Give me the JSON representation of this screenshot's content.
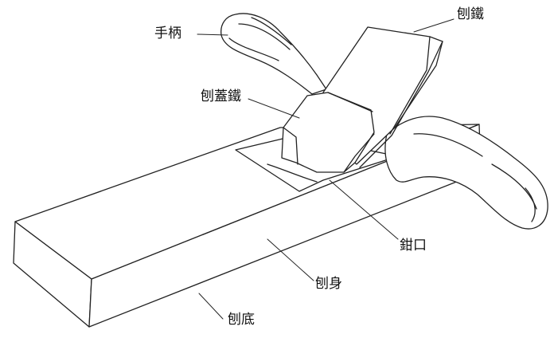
{
  "labels": {
    "handle": "手柄",
    "blade": "刨鐵",
    "cap_iron": "刨蓋鐵",
    "mouth": "鉗口",
    "body": "刨身",
    "sole": "刨底"
  },
  "colors": {
    "stroke": "#222222",
    "background": "#ffffff"
  }
}
